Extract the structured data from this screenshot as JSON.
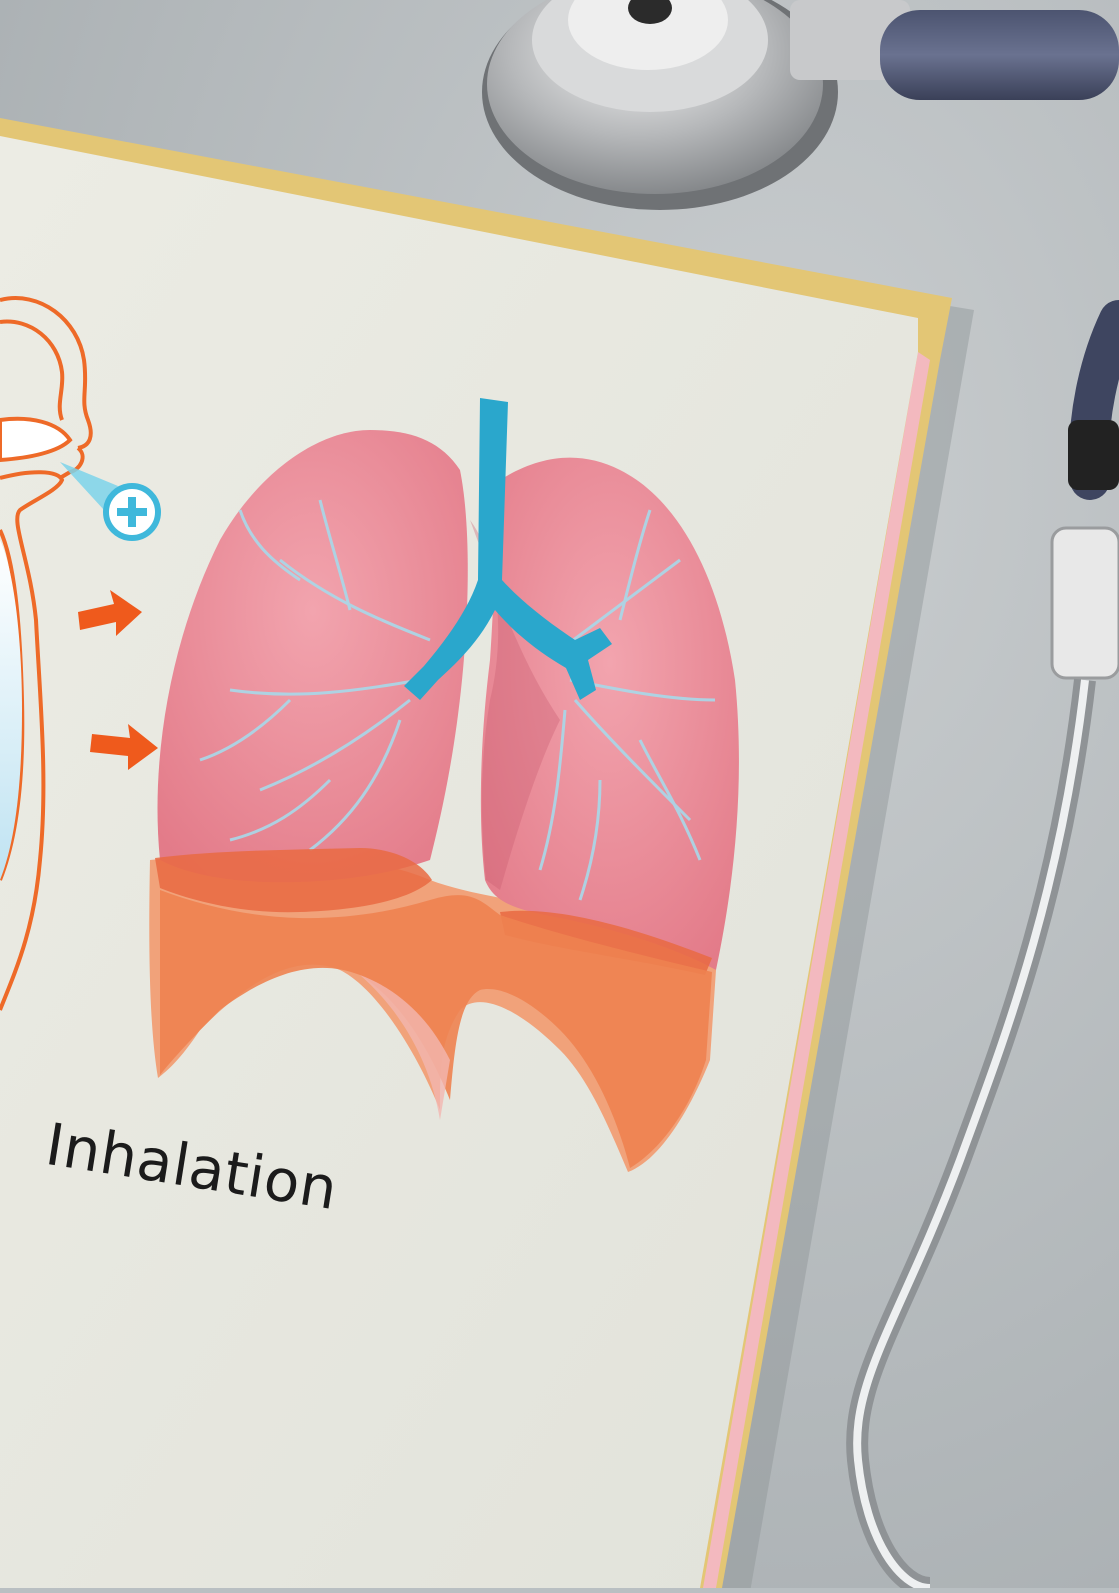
{
  "scene": {
    "caption": "Inhalation",
    "objects": [
      "stethoscope",
      "open-book",
      "lungs-illustration",
      "head-profile",
      "inhaler-spray",
      "arrow-icons"
    ],
    "colors": {
      "table": "#b9bfc2",
      "page": "#e8e8e0",
      "page_edge": "#e2c77a",
      "lung_pink": "#ec8e9a",
      "airway_blue": "#29a9cc",
      "diaphragm_orange": "#ee8250",
      "outline_orange": "#ee6a28",
      "arrow_orange": "#ef5a1c"
    }
  }
}
